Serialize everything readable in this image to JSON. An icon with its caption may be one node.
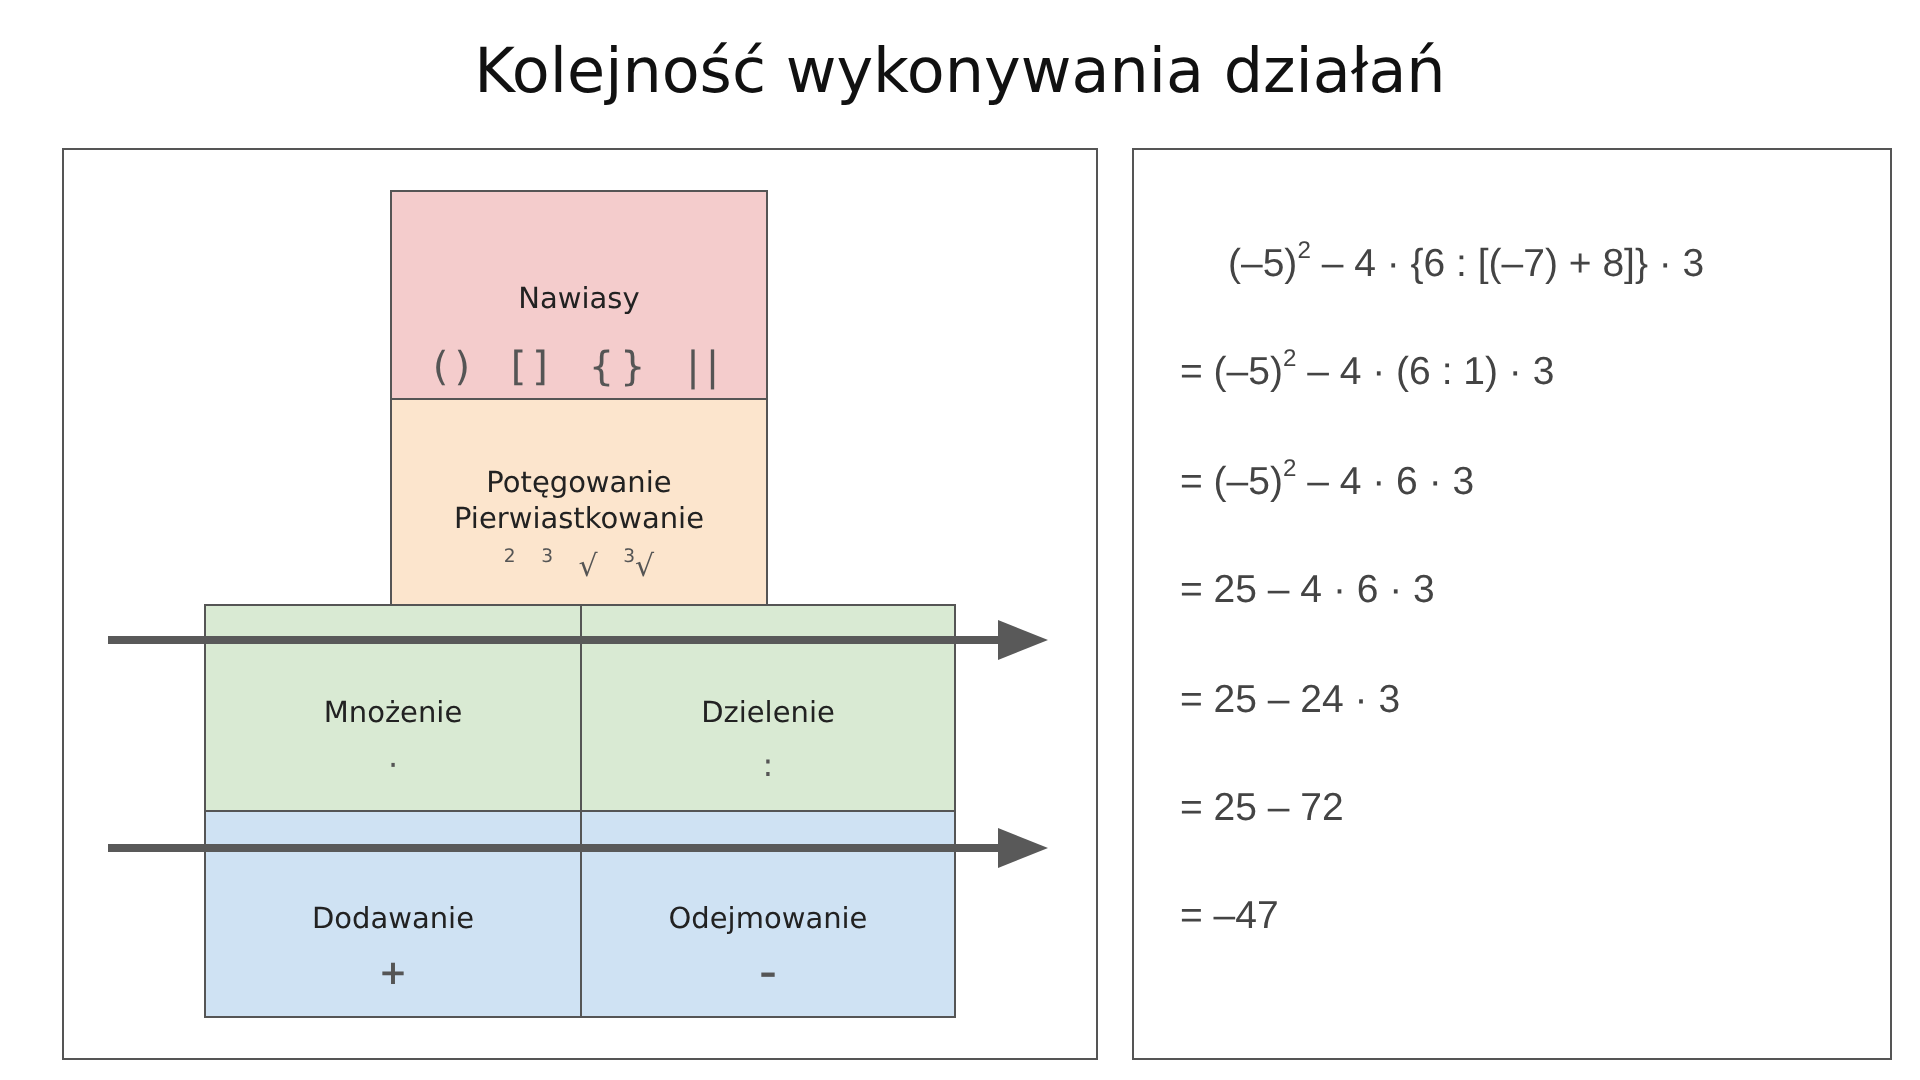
{
  "diagram": {
    "title": "Kolejność wykonywania działań",
    "nodes": [
      {
        "text": [
          "Nawiasy",
          "() [] {} ||"
        ]
      },
      {
        "text": [
          "Potęgowanie Pierwiastkowanie",
          "$^{2}$ $^{3}$ √ $^{3}$√"
        ]
      },
      {
        "text": [
          "Mnożenie",
          "·"
        ]
      },
      {
        "text": [
          "Dzielenie",
          ":"
        ]
      },
      {
        "text": [
          "Dodawanie",
          "+"
        ]
      },
      {
        "text": [
          "Odejmowanie",
          "–"
        ]
      }
    ],
    "labels": [
      "(–5)$^{2}$ – 4 · {6 : [(–7) + 8]} · 3",
      "= (–5)$^{2}$ – 4 · (6 : 1) · 3",
      "= (–5)$^{2}$ – 4 · 6 · 3",
      "= 25 – 4 · 6 · 3",
      "= 25 – 24 · 3",
      "= 25 – 72",
      "= –47"
    ]
  }
}
